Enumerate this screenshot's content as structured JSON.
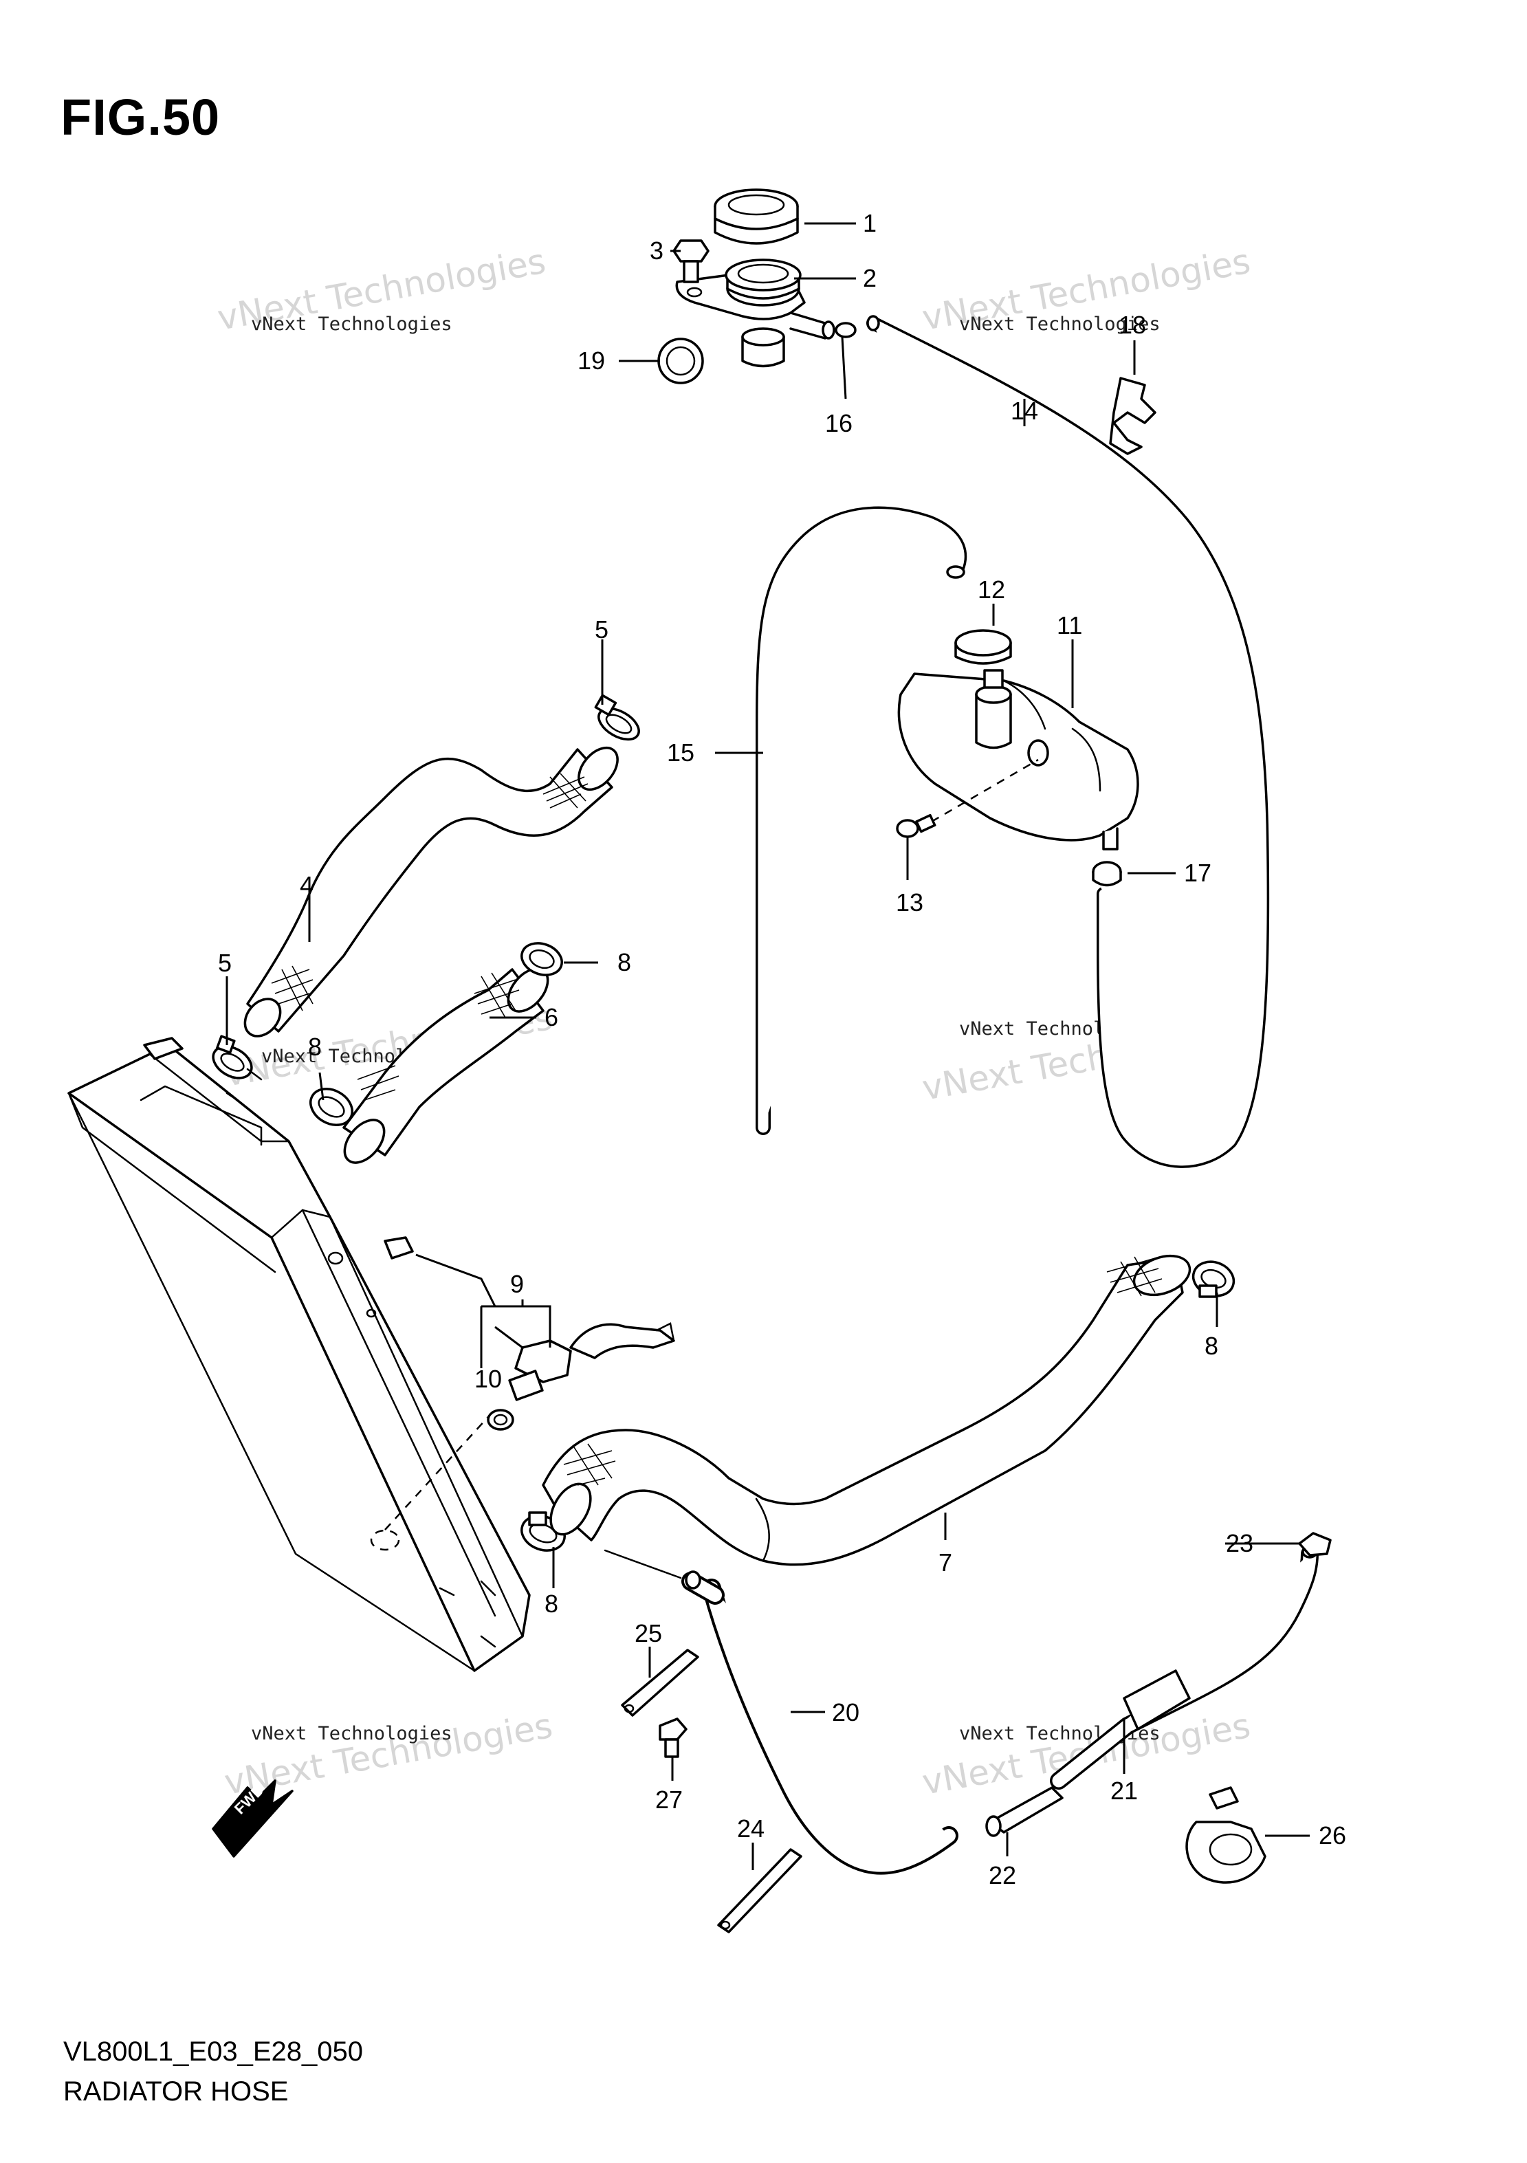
{
  "figure": {
    "title": "FIG.50"
  },
  "footer": {
    "code": "VL800L1_E03_E28_050",
    "name": "RADIATOR HOSE"
  },
  "watermark": {
    "line1": "vNext Technologies",
    "line2": "vNext Technologies"
  },
  "fwd_label": "FWD",
  "callouts": {
    "c1": "1",
    "c2": "2",
    "c3": "3",
    "c4": "4",
    "c5a": "5",
    "c5b": "5",
    "c6": "6",
    "c7": "7",
    "c8a": "8",
    "c8b": "8",
    "c8c": "8",
    "c8d": "8",
    "c9": "9",
    "c10": "10",
    "c11": "11",
    "c12": "12",
    "c13": "13",
    "c14": "14",
    "c15": "15",
    "c16": "16",
    "c17": "17",
    "c18": "18",
    "c19": "19",
    "c20": "20",
    "c21": "21",
    "c22": "22",
    "c23": "23",
    "c24": "24",
    "c25": "25",
    "c26": "26",
    "c27": "27"
  }
}
